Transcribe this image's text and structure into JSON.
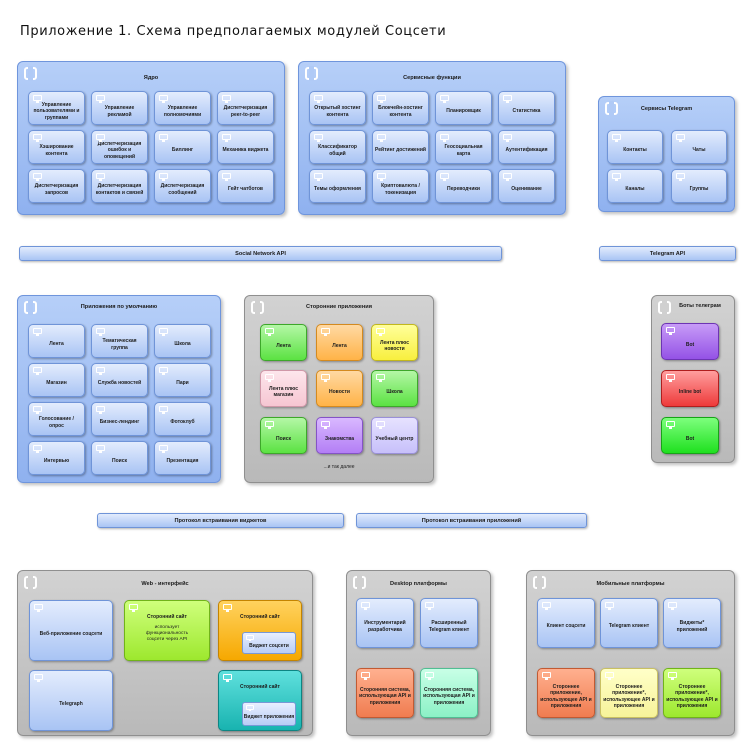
{
  "title": "Приложение 1. Схема предполагаемых модулей Соцсети",
  "core": {
    "title": "Ядро",
    "items": [
      "Управление пользователями и группами",
      "Управление рекламой",
      "Управление полномочиями",
      "Диспетчеризация peer-to-peer",
      "Хэширование контента",
      "Диспетчеризация ошибок и оповещений",
      "Биллинг",
      "Механика виджета",
      "Диспетчеризация запросов",
      "Диспетчеризация контактов и связей",
      "Диспетчеризация сообщений",
      "Гейт чатботов"
    ]
  },
  "services": {
    "title": "Сервисные функции",
    "items": [
      "Открытый хостинг контента",
      "Блокчейн-хостинг контента",
      "Планировщик",
      "Статистика",
      "Классификатор общий",
      "Рейтинг достижений",
      "Геосоциальная карта",
      "Аутентификация",
      "Темы оформления",
      "Криптовалюта / токенизация",
      "Переводчики",
      "Оценивание"
    ]
  },
  "telegram_services": {
    "title": "Сервисы Telegram",
    "items": [
      "Контакты",
      "Чаты",
      "Каналы",
      "Группы"
    ]
  },
  "social_api": "Social Network API",
  "telegram_api": "Telegram API",
  "default_apps": {
    "title": "Приложения по умолчанию",
    "items": [
      "Лента",
      "Тематическая группа",
      "Школа",
      "Магазин",
      "Служба новостей",
      "Пари",
      "Голосование / опрос",
      "Бизнес-лендинг",
      "Фотоклуб",
      "Интервью",
      "Поиск",
      "Презентация"
    ]
  },
  "third_party": {
    "title": "Сторонние приложения",
    "items": [
      "Лента",
      "Лента",
      "Лента плюс новости",
      "Лента плюс магазин",
      "Новости",
      "Школа",
      "Поиск",
      "Знакомства",
      "Учебный центр"
    ],
    "more": "...и так далее"
  },
  "bots": {
    "title": "Боты телеграм",
    "items": [
      "Bot",
      "Inline bot",
      "Bot"
    ]
  },
  "widget_protocol": "Протокол встраивания виджетов",
  "app_protocol": "Протокол встраивания приложений",
  "web": {
    "title": "Web - интерфейс",
    "webapp": "Веб-приложение соцсети",
    "site1_title": "Сторонний сайт",
    "site1_desc": "использует функциональность соцсети через API",
    "site2_title": "Сторонний сайт",
    "site2_inner": "Виджет соцсети",
    "telegraph": "Telegraph",
    "site3_title": "Сторонний сайт",
    "site3_inner": "Виджет приложения"
  },
  "desktop": {
    "title": "Desktop платформы",
    "items": [
      "Инструментарий разработчика",
      "Расширенный Telegram клиент",
      "Сторонняя система, использующая API и приложения",
      "Сторонняя система, использующая API и приложения"
    ]
  },
  "mobile": {
    "title": "Мобильные платформы",
    "items": [
      "Клиент соцсети",
      "Telegram клиент",
      "Виджеты* приложений",
      "Стороннее приложение, использующее API и приложения",
      "Стороннее приложение*, использующее API и приложения",
      "Стороннее приложение*, использующее API и приложения"
    ]
  },
  "colors": {
    "panel_blue": "#9fbff3",
    "panel_gray": "#c4c4c4",
    "tile_blue": "#c2d6f8"
  }
}
